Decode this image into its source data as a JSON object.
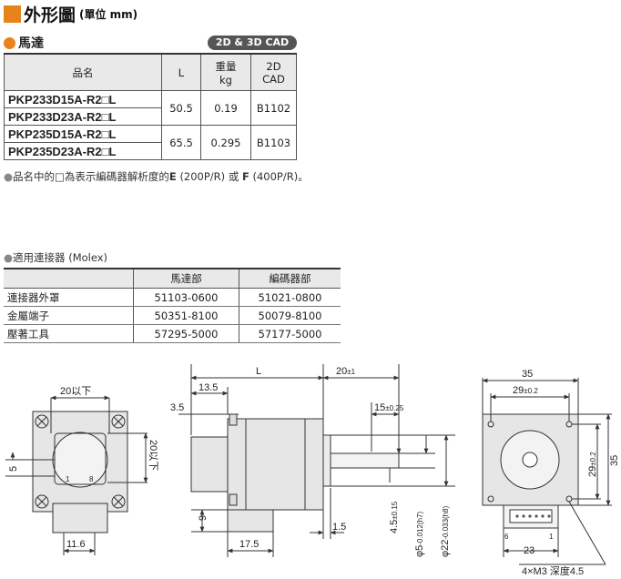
{
  "page": {
    "title": "外形圖",
    "title_unit": "(單位 mm)",
    "section": "馬達",
    "cad_badge": "2D & 3D CAD"
  },
  "motor_table": {
    "headers": [
      "品名",
      "L",
      "重量\nkg",
      "2D\nCAD"
    ],
    "h_name": "品名",
    "h_L": "L",
    "h_weight": "重量",
    "h_weight_unit": "kg",
    "h_cad": "2D",
    "h_cad2": "CAD",
    "rows": [
      {
        "models": [
          "PKP233D15A-R2□L",
          "PKP233D23A-R2□L"
        ],
        "L": "50.5",
        "weight": "0.19",
        "cad": "B1102"
      },
      {
        "models": [
          "PKP235D15A-R2□L",
          "PKP235D23A-R2□L"
        ],
        "L": "65.5",
        "weight": "0.295",
        "cad": "B1103"
      }
    ]
  },
  "note": {
    "pre": "品名中的□為表示編碼器解析度的",
    "e": "E",
    "e_val": "(200P/R) 或",
    "f": "F",
    "f_val": "(400P/R)。"
  },
  "connector": {
    "title": "適用連接器 (Molex)",
    "headers": [
      "",
      "馬達部",
      "編碼器部"
    ],
    "rows": [
      [
        "連接器外罩",
        "51103-0600",
        "51021-0800"
      ],
      [
        "金屬端子",
        "50351-8100",
        "50079-8100"
      ],
      [
        "壓著工具",
        "57295-5000",
        "57177-5000"
      ]
    ]
  },
  "drawing": {
    "left": {
      "top": "20以下",
      "side": "20以下",
      "bottom": "11.6",
      "left": "5",
      "pin1": "1",
      "pin8": "8"
    },
    "mid": {
      "L": "L",
      "shaft": "20",
      "shaft_tol": "±1",
      "d135": "13.5",
      "d35": "3.5",
      "d15": "15",
      "d15_tol": "±0.25",
      "d9": "9",
      "d175": "17.5",
      "d15b": "1.5",
      "d45": "4.5",
      "d45_tol": "±0.15",
      "phi5": "φ5",
      "phi5_tol": "-0.012(h7)",
      "phi22": "φ22",
      "phi22_tol": "-0.033(h8)",
      "zero": "0"
    },
    "right": {
      "w35": "35",
      "w29": "29",
      "w29_tol": "±0.2",
      "h35": "35",
      "h29": "29",
      "h29_tol": "±0.2",
      "w23": "23",
      "pin6": "6",
      "pin1": "1",
      "holes": "4×M3 深度4.5"
    }
  }
}
